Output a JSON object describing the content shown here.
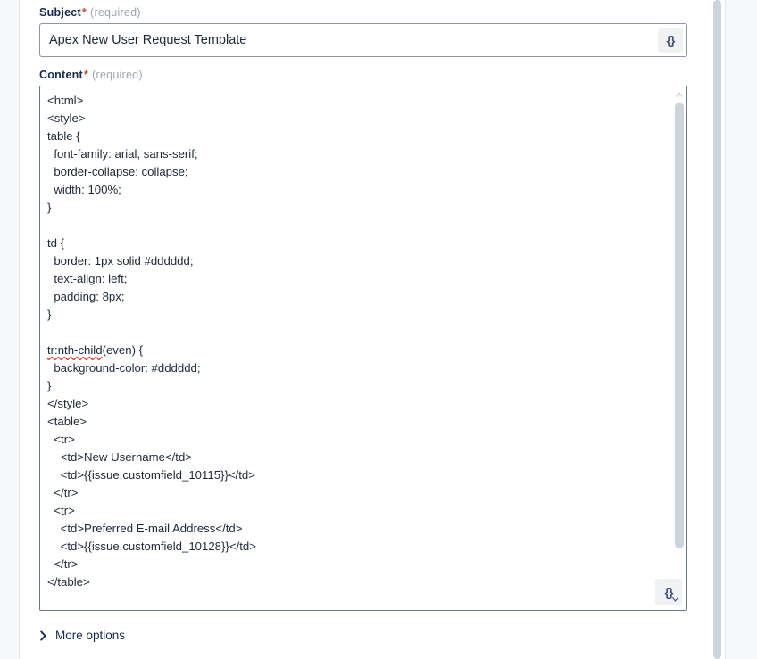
{
  "subject_field": {
    "label": "Subject",
    "required_star": "*",
    "required_text": "(required)",
    "value": "Apex New User Request Template",
    "placeholder": "",
    "smart_values_button": "{}"
  },
  "content_field": {
    "label": "Content",
    "required_star": "*",
    "required_text": "(required)",
    "smart_values_button": "{}",
    "code_lines": [
      "<html>",
      "<style>",
      "table {",
      "  font-family: arial, sans-serif;",
      "  border-collapse: collapse;",
      "  width: 100%;",
      "}",
      "",
      "td {",
      "  border: 1px solid #dddddd;",
      "  text-align: left;",
      "  padding: 8px;",
      "}",
      "",
      "tr:nth-child(even) {",
      "  background-color: #dddddd;",
      "}",
      "</style>",
      "<table>",
      "  <tr>",
      "    <td>New Username</td>",
      "    <td>{{issue.customfield_10115}}</td>",
      "  </tr>",
      "  <tr>",
      "    <td>Preferred E-mail Address</td>",
      "    <td>{{issue.customfield_10128}}</td>",
      "  </tr>",
      "</table>"
    ],
    "misspelled_token": "tr:nth-child",
    "misspelled_line_index": 14
  },
  "more_options": {
    "label": "More options",
    "expanded": false,
    "chevron": "chevron-right"
  },
  "colors": {
    "text": "#172b4d",
    "code_text": "#1d2939",
    "required_star": "#bf4c36",
    "required_text": "#9fa6b2",
    "input_border": "#8c95a5",
    "textarea_border": "#6b778c",
    "scrollbar": "#ccd4dd",
    "button_bg": "#f1f2f4",
    "spellcheck_underline": "#e0382a",
    "panel_bg": "#f7f8f9"
  }
}
